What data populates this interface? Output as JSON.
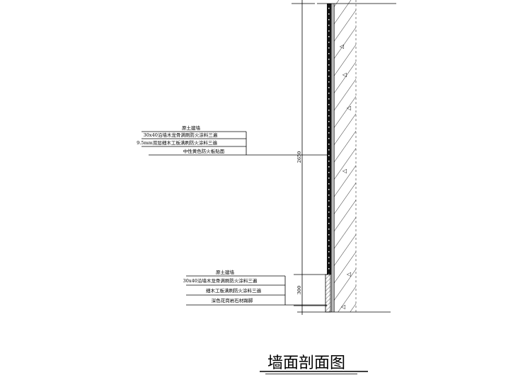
{
  "upper_callout": {
    "heading": "原土建墙",
    "lines": [
      "30x40沿墙木龙骨满刷防火涂料三遍",
      "9.5mm双层细木工板满刷防火涂料三遍",
      "中性黄色防火板贴面"
    ]
  },
  "lower_callout": {
    "heading": "原土建墙",
    "lines": [
      "30x40沿墙木龙骨满刷防火涂料三遍",
      "细木工板满刷防火涂料三遍",
      "深色花岗岩石材踢脚"
    ]
  },
  "dimensions": {
    "wall_height": "2650",
    "skirting_height": "300"
  },
  "title": "墙面剖面图"
}
